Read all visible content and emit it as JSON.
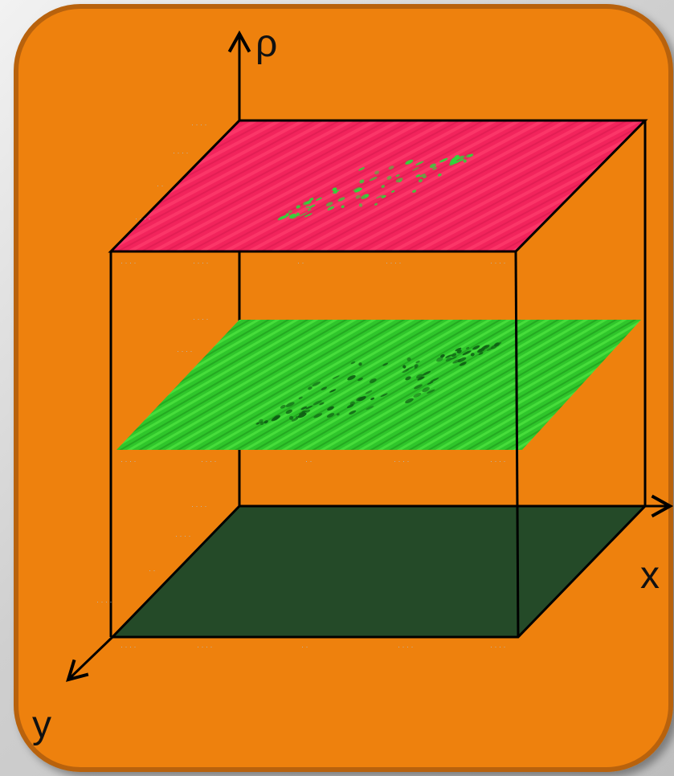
{
  "diagram": {
    "axes": {
      "vertical": "ρ",
      "x": "x",
      "y": "y"
    },
    "colors": {
      "panel_fill": "#ee8108",
      "panel_border": "#b8620a",
      "top_plane": "#f2245c",
      "top_plane_speckle": "#2fd63a",
      "middle_plane": "#2fc62b",
      "middle_plane_speckle": "#0f5f14",
      "bottom_plane": "#244a28",
      "edges": "#000000"
    },
    "planes": [
      {
        "level": "top",
        "pattern": "speckle-interference"
      },
      {
        "level": "middle",
        "pattern": "speckle-interference"
      },
      {
        "level": "bottom",
        "pattern": "uniform"
      }
    ]
  }
}
